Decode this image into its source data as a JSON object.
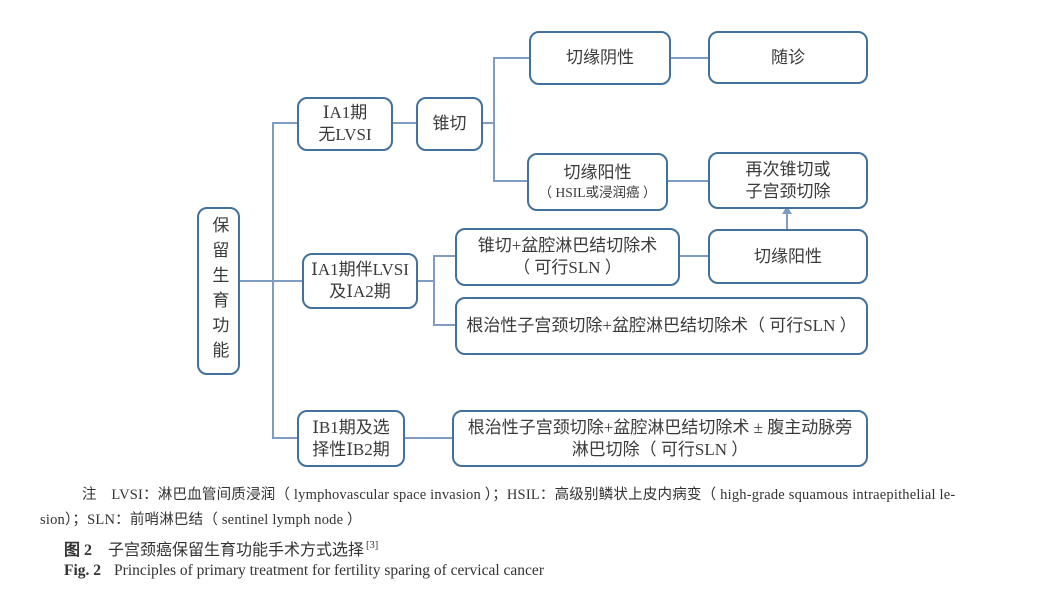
{
  "diagram": {
    "colors": {
      "box_border": "#41719c",
      "connector": "#7f9cc3",
      "text": "#3a3a3a"
    },
    "root": {
      "label": "保留生育功能"
    },
    "nodes": {
      "s1": {
        "lines": [
          "ⅠA1期",
          "无LVSI"
        ]
      },
      "cone": {
        "lines": [
          "锥切"
        ]
      },
      "mneg": {
        "lines": [
          "切缘阴性"
        ]
      },
      "follow": {
        "lines": [
          "随诊"
        ]
      },
      "mpos1": {
        "lines": [
          "切缘阳性",
          "（ HSIL或浸润癌 ）"
        ]
      },
      "recone": {
        "lines": [
          "再次锥切或",
          "子宫颈切除"
        ]
      },
      "s2": {
        "lines": [
          "ⅠA1期伴LVSI",
          "及ⅠA2期"
        ]
      },
      "cone2": {
        "lines": [
          "锥切+盆腔淋巴结切除术",
          "（ 可行SLN ）"
        ]
      },
      "mpos2": {
        "lines": [
          "切缘阳性"
        ]
      },
      "rad1": {
        "lines": [
          "根治性子宫颈切除+盆腔淋巴结切除术（ 可行SLN ）"
        ]
      },
      "s3": {
        "lines": [
          "ⅠB1期及选",
          "择性ⅠB2期"
        ]
      },
      "rad2": {
        "lines": [
          "根治性子宫颈切除+盆腔淋巴结切除术 ± 腹主动脉旁",
          "淋巴切除（ 可行SLN ）"
        ]
      }
    }
  },
  "footnote": {
    "line1": "注　LVSI：淋巴血管间质浸润（ lymphovascular space invasion ）；HSIL：高级别鳞状上皮内病变（ high-grade squamous intraepithelial le-",
    "line2": "sion）；SLN：前哨淋巴结（ sentinel lymph node ）"
  },
  "caption": {
    "zh_label": "图 2",
    "zh_text": "子宫颈癌保留生育功能手术方式选择",
    "zh_ref": "[3]",
    "en_label": "Fig. 2",
    "en_text": "Principles of primary treatment for fertility sparing of cervical cancer"
  }
}
